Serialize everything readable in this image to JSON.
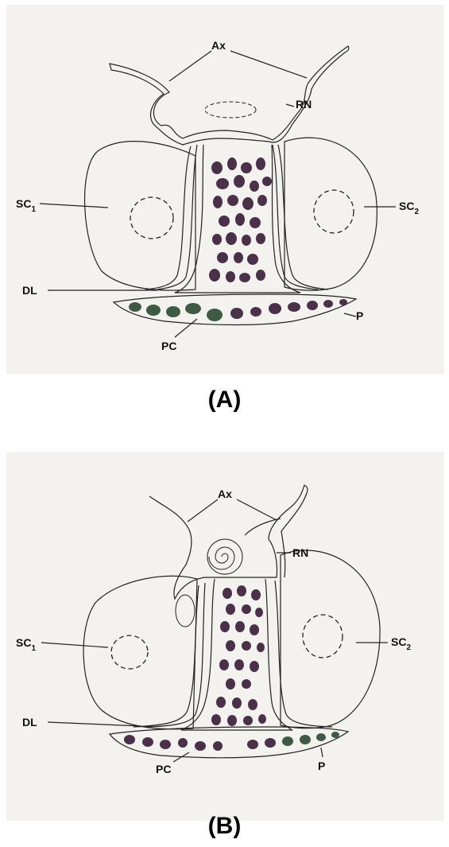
{
  "labels": {
    "ax": "Ax",
    "rn": "RN",
    "sc": "SC",
    "sc1_sub": "1",
    "sc2_sub": "2",
    "dl": "DL",
    "p": "P",
    "pc": "PC"
  },
  "panels": [
    {
      "caption": "(A)"
    },
    {
      "caption": "(B)"
    }
  ],
  "colors": {
    "background": "#f4f2ef",
    "outline": "#222222",
    "vesicle": "#4a3048",
    "vesicle_green": "#3e5a44",
    "stipple": "#c8c4cc"
  }
}
